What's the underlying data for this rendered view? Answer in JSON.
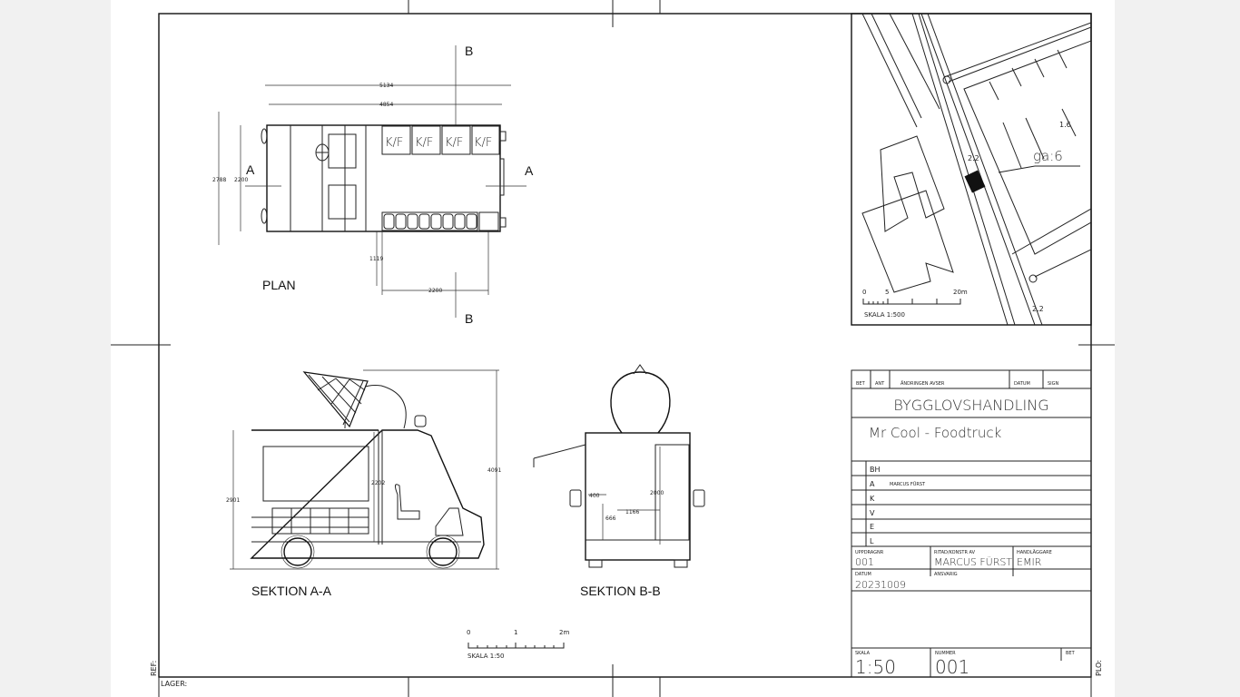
{
  "sheet": {
    "ref_label": "REF:",
    "lager_label": "LAGER:",
    "plo_label": "PLO:"
  },
  "plan": {
    "title": "PLAN",
    "dims": {
      "overall": "5134",
      "body": "4854",
      "width_total": "2788",
      "width_body": "2200",
      "awning_depth": "1119",
      "awning_width": "2200"
    },
    "section_marks": {
      "a_left": "A",
      "a_right": "A",
      "b_top": "B",
      "b_bottom": "B"
    },
    "freezer_labels": [
      "K/F",
      "K/F",
      "K/F",
      "K/F"
    ]
  },
  "section_aa": {
    "title": "SEKTION A-A",
    "dims": {
      "height": "2901",
      "interior": "2202",
      "total": "4091"
    }
  },
  "section_bb": {
    "title": "SEKTION B-B",
    "dims": {
      "d400": "400",
      "d666": "666",
      "d1166": "1166",
      "d2000": "2000"
    }
  },
  "scale_bar": {
    "ticks": [
      "0",
      "1",
      "2m"
    ],
    "label": "SKALA 1:50"
  },
  "site_map": {
    "labels": {
      "ga": "ga:6",
      "h1": "1.6",
      "h2": "2.2",
      "h3": "2.2"
    },
    "scale_ticks": [
      "0",
      "5",
      "20m"
    ],
    "scale_label": "SKALA 1:500"
  },
  "title_block": {
    "revision_headers": {
      "bet": "BET",
      "ant": "ANT",
      "andringen": "ÄNDRINGEN AVSER",
      "datum": "DATUM",
      "sign": "SIGN"
    },
    "document_type": "BYGGLOVSHANDLING",
    "project_title": "Mr Cool - Foodtruck",
    "roles": [
      {
        "code": "BH",
        "name": ""
      },
      {
        "code": "A",
        "name": "MARCUS FÜRST"
      },
      {
        "code": "K",
        "name": ""
      },
      {
        "code": "V",
        "name": ""
      },
      {
        "code": "E",
        "name": ""
      },
      {
        "code": "L",
        "name": ""
      }
    ],
    "uppdrag_label": "UPPDRAGNR",
    "uppdrag_value": "001",
    "ritad_label": "RITAD/KONSTR AV",
    "ritad_value": "MARCUS FÜRST",
    "handlaggare_label": "HANDLÄGGARE",
    "handlaggare_value": "EMIR",
    "datum_label": "DATUM",
    "datum_value": "20231009",
    "ansvarig_label": "ANSVARIG",
    "skala_label": "SKALA",
    "skala_value": "1:50",
    "nummer_label": "NUMMER",
    "nummer_value": "001",
    "bet_label": "BET"
  }
}
